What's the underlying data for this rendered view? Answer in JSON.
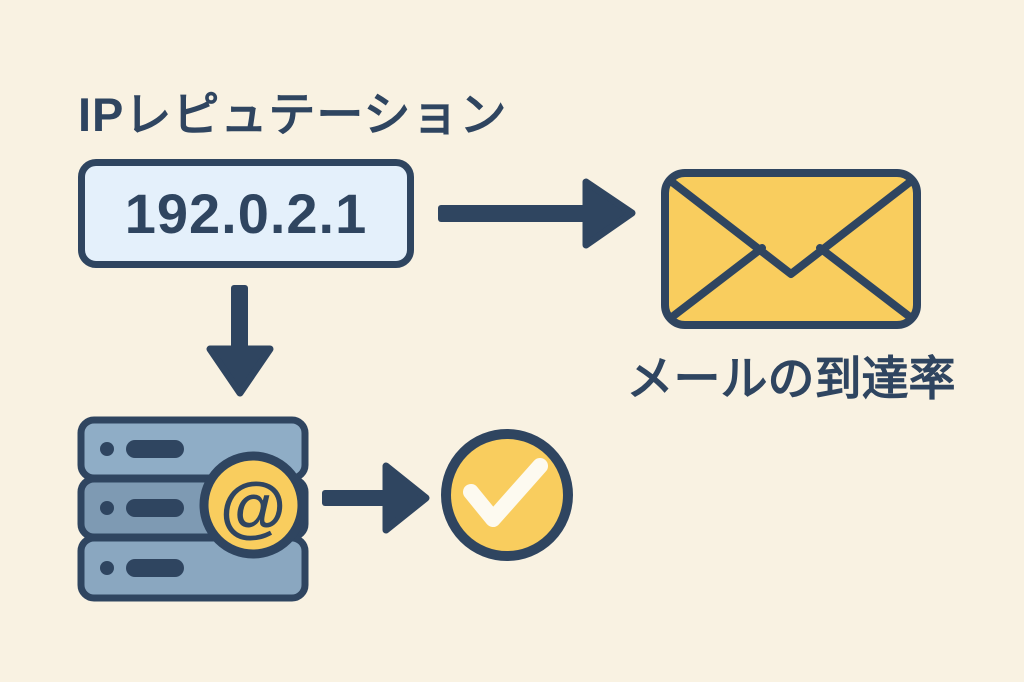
{
  "diagram": {
    "title": "IPレピュテーション",
    "ip_address": "192.0.2.1",
    "deliverability_label": "メールの到達率",
    "at_symbol": "@",
    "icons": {
      "envelope": "envelope-icon",
      "mail_server": "mail-server-icon",
      "at_badge": "at-symbol-badge-icon",
      "check_badge": "checkmark-badge-icon",
      "arrow_ip_to_envelope": "arrow-right-icon",
      "arrow_ip_to_server": "arrow-down-icon",
      "arrow_server_to_check": "arrow-right-icon"
    },
    "colors": {
      "background": "#F9F2E2",
      "navy": "#2F4560",
      "ip_box_fill": "#E4F0FB",
      "yellow": "#F9CD5E",
      "server_slab_light": "#8FADC6",
      "server_slab_dark": "#7E9AB3",
      "server_slab_mid": "#8AA7C0",
      "check_white": "#FDFAF0"
    }
  }
}
